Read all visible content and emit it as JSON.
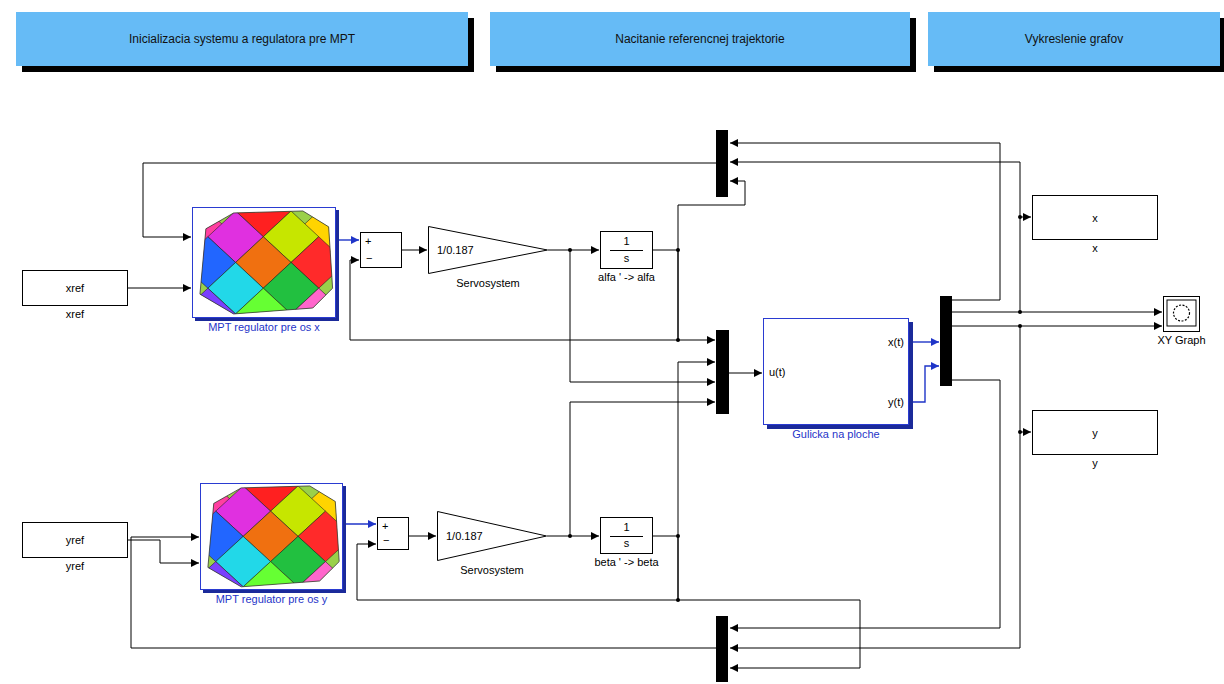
{
  "diagram": {
    "nodes": [
      {
        "text": [
          "Inicializacia systemu a regulatora pre MPT"
        ]
      },
      {
        "text": [
          "Nacitanie referencnej trajektorie"
        ]
      },
      {
        "text": [
          "Vykreslenie grafov"
        ]
      },
      {
        "text": [
          "xref",
          "xref"
        ]
      },
      {
        "text": [
          "MPT regulator pre os x"
        ]
      },
      {
        "text": [
          "+",
          "−"
        ]
      },
      {
        "text": [
          "1/0.187",
          "Servosystem"
        ]
      },
      {
        "text": [
          "1",
          "s",
          "alfa ' -> alfa"
        ]
      },
      {
        "text": [
          "u(t)",
          "x(t)",
          "y(t)",
          "Gulicka na ploche"
        ]
      },
      {
        "text": [
          "x",
          "x"
        ]
      },
      {
        "text": [
          "XY Graph"
        ]
      },
      {
        "text": [
          "yref",
          "yref"
        ]
      },
      {
        "text": [
          "MPT regulator pre os y"
        ]
      },
      {
        "text": [
          "+",
          "−"
        ]
      },
      {
        "text": [
          "1/0.187",
          "Servosystem"
        ]
      },
      {
        "text": [
          "1",
          "s",
          "beta ' -> beta"
        ]
      },
      {
        "text": [
          "y",
          "y"
        ]
      }
    ],
    "edges": [
      {
        "from": 3,
        "to": 4,
        "arrow": "to"
      },
      {
        "from": 4,
        "to": 5,
        "arrow": "to"
      },
      {
        "from": 5,
        "to": 6,
        "arrow": "to"
      },
      {
        "from": 6,
        "to": 7,
        "arrow": "to"
      },
      {
        "from": 7,
        "to": 5,
        "arrow": "to"
      },
      {
        "from": 11,
        "to": 12,
        "arrow": "to"
      },
      {
        "from": 12,
        "to": 13,
        "arrow": "to"
      },
      {
        "from": 13,
        "to": 14,
        "arrow": "to"
      },
      {
        "from": 14,
        "to": 15,
        "arrow": "to"
      },
      {
        "from": 15,
        "to": 13,
        "arrow": "to"
      }
    ]
  }
}
